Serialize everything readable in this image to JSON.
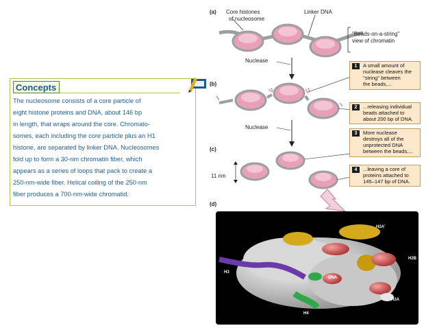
{
  "concepts": {
    "title": "Concepts",
    "lines": [
      "The nucleosome consists of a core particle of",
      "eight histone proteins and DNA, about 146 bp",
      "in length, that wraps around the core. Chromato-",
      "somes, each including the core particle plus an H1",
      "histone, are separated by linker DNA. Nucleosomes",
      "fold up to form a 30-nm chromatin fiber, which",
      "appears as a series of loops that pack to create a",
      "250-nm-wide fiber. Helical coiling of the 250-nm",
      "fiber produces a 700-nm-wide chromatid."
    ],
    "icon": "concepts-pen-icon"
  },
  "diagram": {
    "panel_a": "(a)",
    "panel_b": "(b)",
    "panel_c": "(c)",
    "panel_d": "(d)",
    "core_histones_label_1": "Core histones",
    "core_histones_label_2": "of nucleosome",
    "linker_dna_label": "Linker DNA",
    "beads_label_1": "\"Beads-on-a-string\"",
    "beads_label_2": "view of chromatin",
    "nuclease_1": "Nuclease",
    "nuclease_2": "Nuclease",
    "scale_label": "11 nm",
    "steps": [
      {
        "num": "1",
        "lines": [
          "A small amount of",
          "nuclease cleaves the",
          "\"string\" between",
          "the beads,..."
        ]
      },
      {
        "num": "2",
        "lines": [
          "...releasing individual",
          "beads attached to",
          "about 200 bp of DNA."
        ]
      },
      {
        "num": "3",
        "lines": [
          "More nuclease",
          "destroys all of the",
          "unprotected DNA",
          "between the beads,..."
        ]
      },
      {
        "num": "4",
        "lines": [
          "...leaving a core of",
          "proteins attached to",
          "145–147 bp of DNA."
        ]
      }
    ],
    "protein_labels": {
      "h2a_prime": "H2A'",
      "h2b": "H2B",
      "h3": "H3",
      "h4": "H4",
      "h2a": "H2A",
      "dna": "DNA"
    }
  },
  "colors": {
    "concepts_border": "#a7c64a",
    "concepts_text": "#1f5f8f",
    "histone_pink": "#e8a0b8",
    "dna_gray": "#9aa0a0",
    "step_box": "#fde8cc"
  }
}
